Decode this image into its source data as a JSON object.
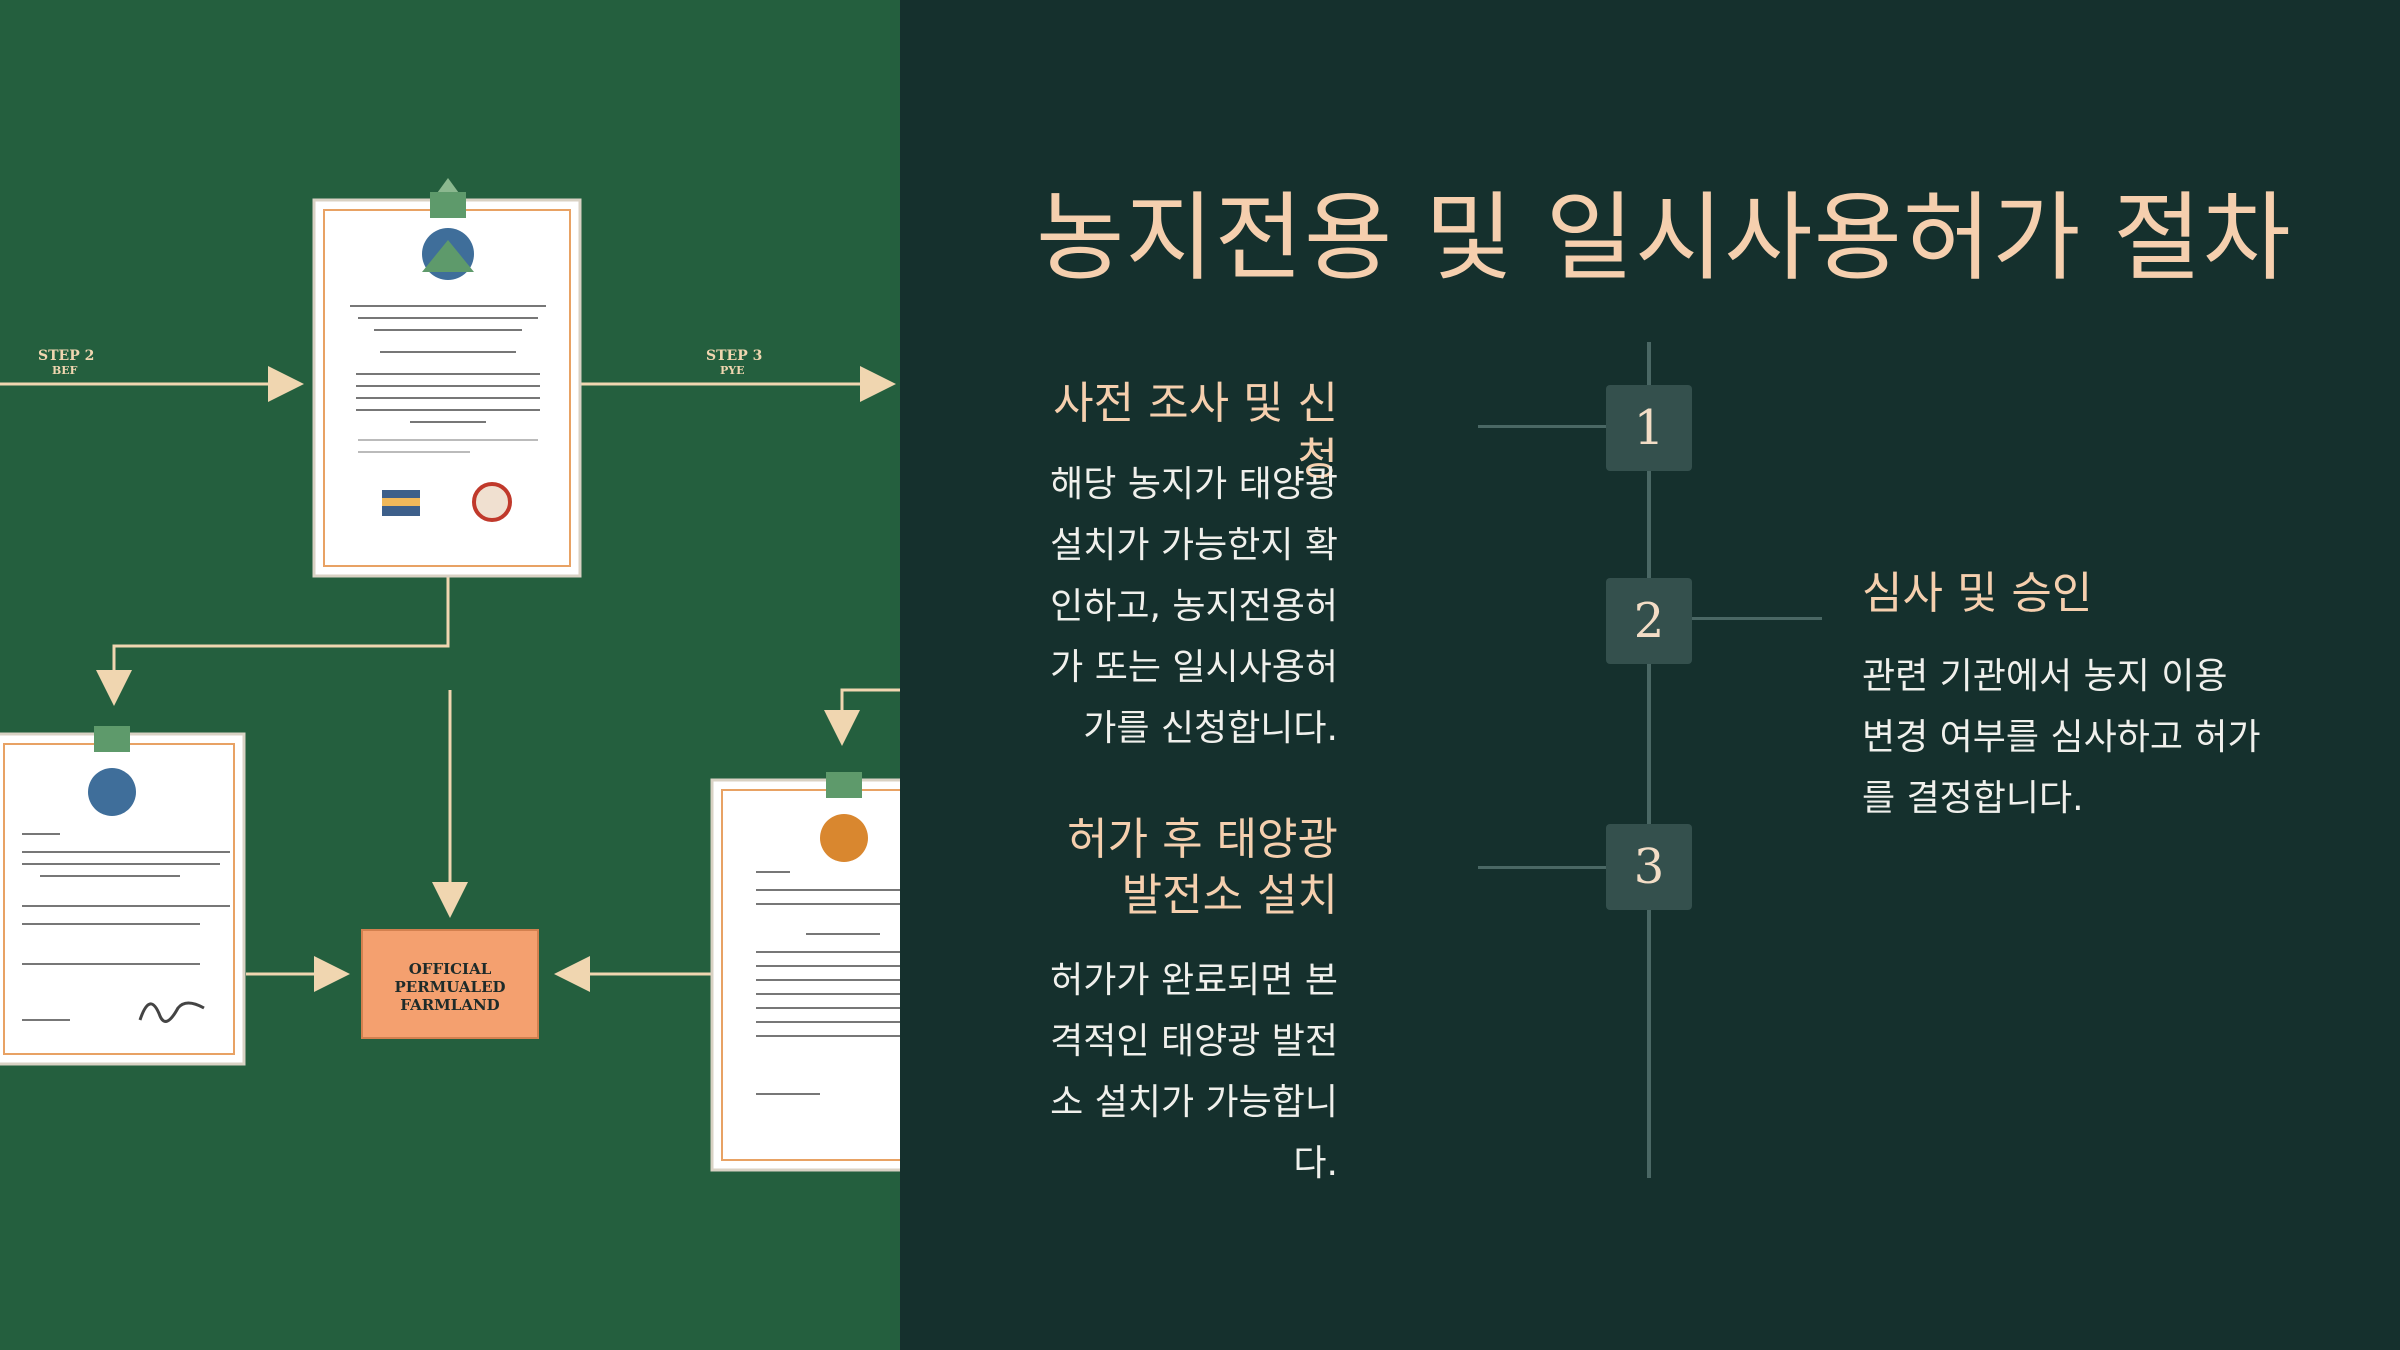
{
  "title": "농지전용 및 일시사용허가 절차",
  "illustration": {
    "labels": {
      "step_left": "STEP 2",
      "step_left_sub": "BEF",
      "step_right": "STEP 3",
      "step_right_sub": "PYE",
      "official_box": [
        "OFFICIAL",
        "PERMUALED",
        "FARMLAND"
      ]
    },
    "colors": {
      "background": "#245f3e",
      "arrow": "#f0d6b0",
      "box": "#f4a06f"
    }
  },
  "steps": [
    {
      "number": "1",
      "title": "사전 조사 및 신청",
      "description": "해당 농지가 태양광 설치가 가능한지 확인하고, 농지전용허가 또는 일시사용허가를 신청합니다."
    },
    {
      "number": "2",
      "title": "심사 및 승인",
      "description": "관련 기관에서 농지 이용 변경 여부를 심사하고 허가를 결정합니다."
    },
    {
      "number": "3",
      "title": "허가 후 태양광 발전소 설치",
      "description": "허가가 완료되면 본격적인 태양광 발전소 설치가 가능합니다."
    }
  ],
  "colors": {
    "panel": "#15302d",
    "accent": "#f5cfae",
    "marker": "#34504d",
    "line": "#4a6764"
  }
}
